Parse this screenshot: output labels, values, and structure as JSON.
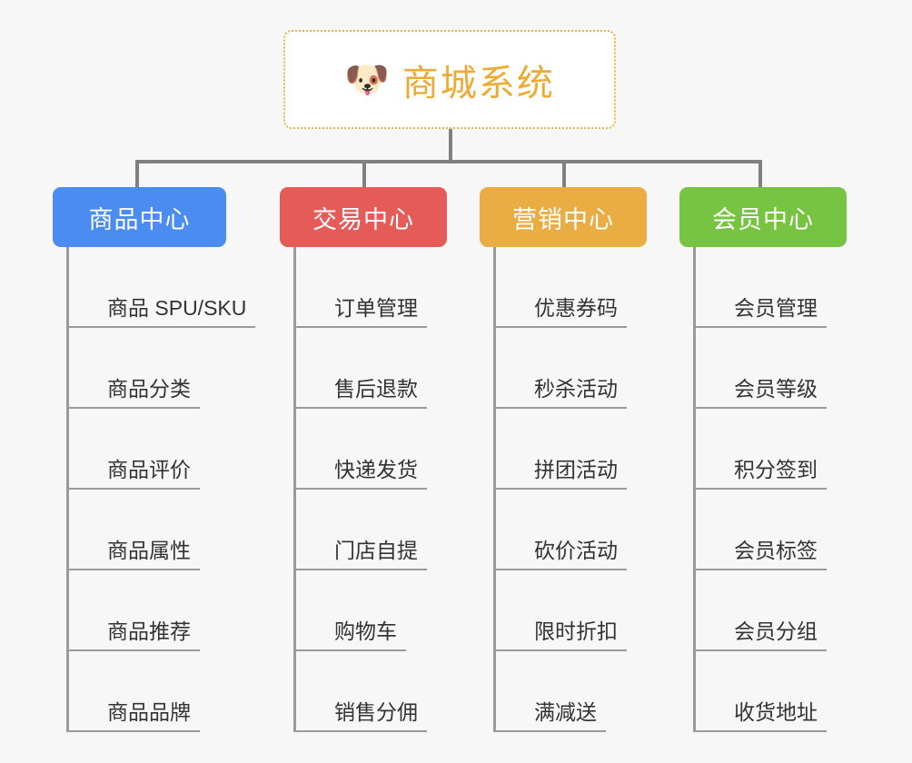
{
  "root": {
    "icon": "dog-face-icon",
    "icon_glyph": "🐶",
    "title": "商城系统",
    "title_color": "#eeab33",
    "border_color": "#efb13c"
  },
  "theme": {
    "background": "#f7f7f7",
    "connector_color": "#808080",
    "leaf_line_color": "#9a9a9a",
    "leaf_text_color": "#333333"
  },
  "categories": [
    {
      "label": "商品中心",
      "color": "#4a8cf0",
      "items": [
        "商品 SPU/SKU",
        "商品分类",
        "商品评价",
        "商品属性",
        "商品推荐",
        "商品品牌"
      ]
    },
    {
      "label": "交易中心",
      "color": "#e55b57",
      "items": [
        "订单管理",
        "售后退款",
        "快递发货",
        "门店自提",
        "购物车",
        "销售分佣"
      ]
    },
    {
      "label": "营销中心",
      "color": "#eaad44",
      "items": [
        "优惠券码",
        "秒杀活动",
        "拼团活动",
        "砍价活动",
        "限时折扣",
        "满减送"
      ]
    },
    {
      "label": "会员中心",
      "color": "#76c442",
      "items": [
        "会员管理",
        "会员等级",
        "积分签到",
        "会员标签",
        "会员分组",
        "收货地址"
      ]
    }
  ]
}
